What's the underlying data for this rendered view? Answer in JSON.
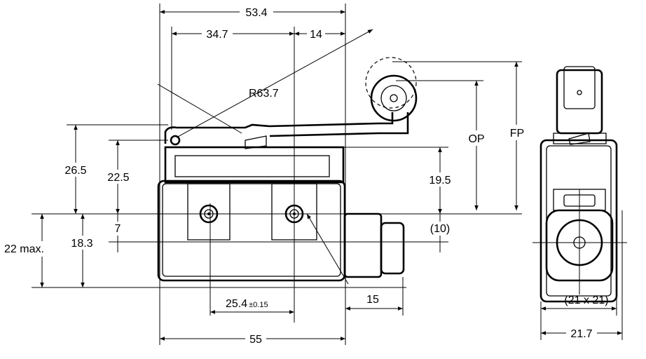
{
  "title": "Limit switch dimensional drawing (roller lever)",
  "dimensions": {
    "overall_top": "53.4",
    "lever_pivot_to_screw": "34.7",
    "screw_to_edge": "14",
    "lever_radius": "R63.7",
    "operating_position": "OP",
    "free_position": "FP",
    "pivot_height": "26.5",
    "body_height": "22.5",
    "top_to_mount": "19.5",
    "mount_offset": "7",
    "mount_offset_right": "(10)",
    "max_depth": "22 max.",
    "lower_height": "18.3",
    "screw_pitch": "25.4",
    "screw_pitch_tol": "±0.15",
    "plunger_length": "15",
    "overall_bottom": "55",
    "side_section": "(21 x 21)",
    "side_width": "21.7"
  }
}
